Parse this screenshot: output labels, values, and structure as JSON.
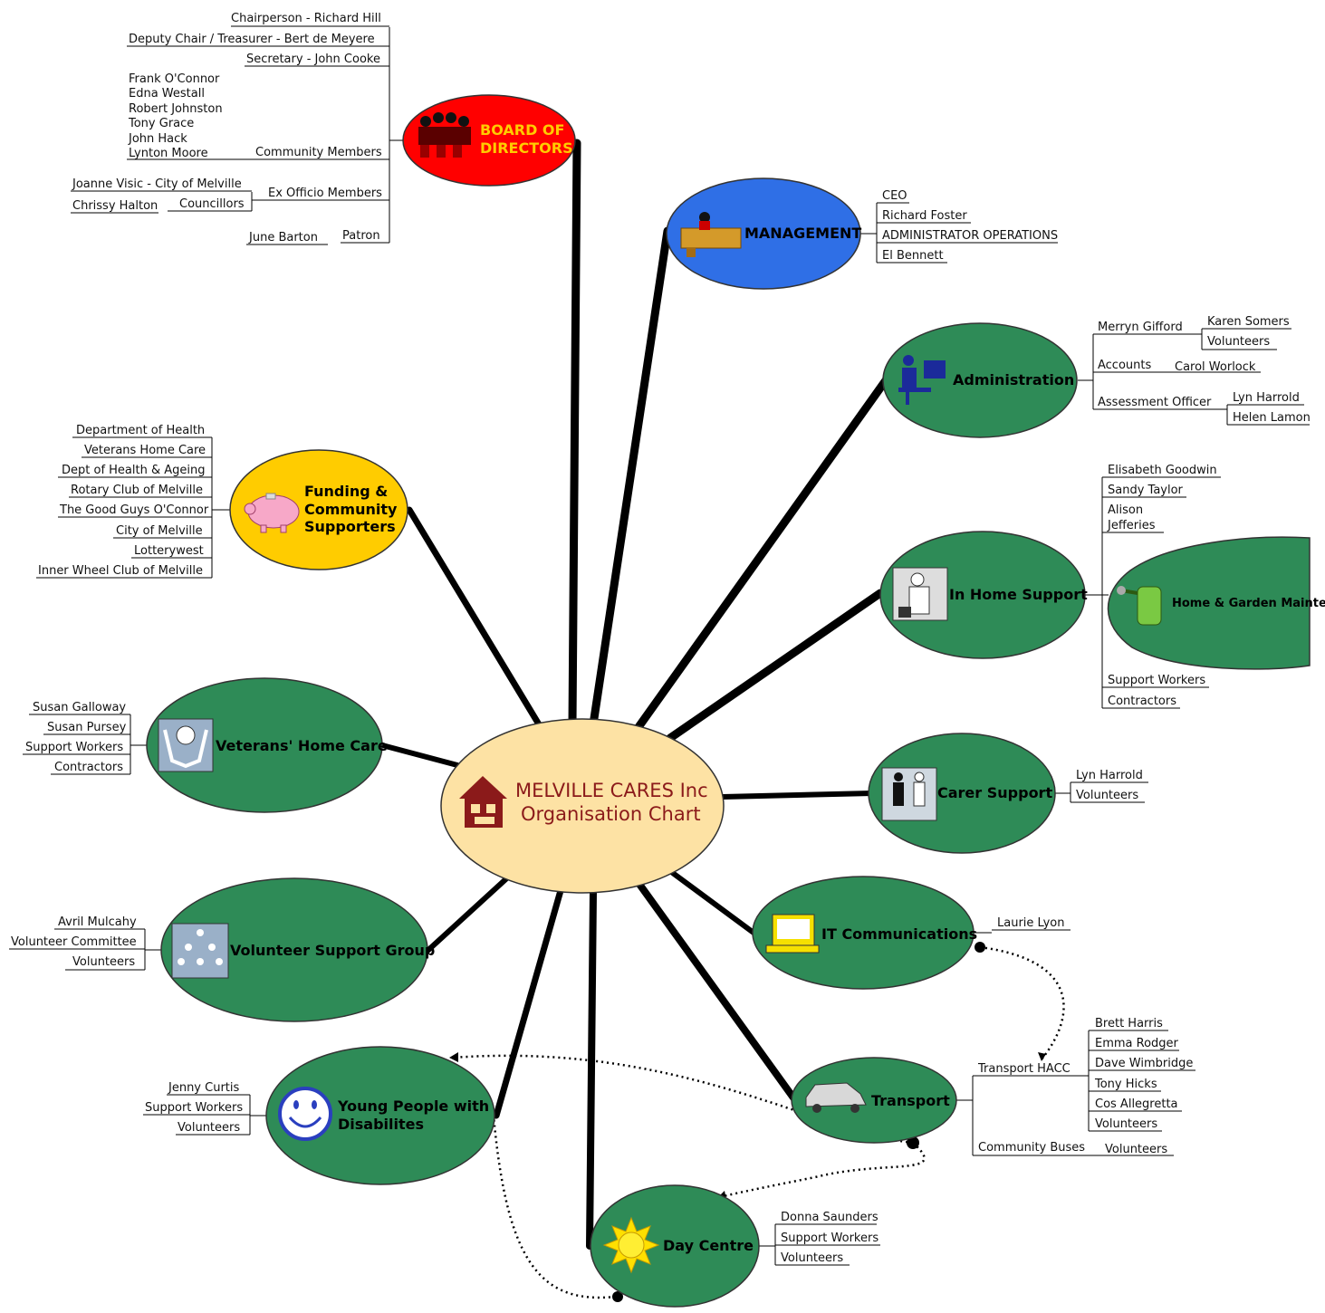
{
  "center": {
    "line1": "MELVILLE CARES Inc",
    "line2": "Organisation Chart"
  },
  "board": {
    "title1": "BOARD OF",
    "title2": "DIRECTORS",
    "chairperson": "Chairperson - Richard Hill",
    "deputy": "Deputy Chair / Treasurer - Bert de Meyere",
    "secretary": "Secretary - John Cooke",
    "community_members": [
      "Frank O'Connor",
      "Edna Westall",
      "Robert Johnston",
      "Tony Grace",
      "John Hack",
      "Lynton Moore"
    ],
    "community_label": "Community Members",
    "ex_officio_label": "Ex Officio Members",
    "joanne": "Joanne Visic - City of Melville",
    "councillors_label": "Councillors",
    "chrissy": "Chrissy Halton",
    "patron_label": "Patron",
    "patron_name": "June Barton"
  },
  "management": {
    "title": "MANAGEMENT",
    "items": [
      "CEO",
      "Richard Foster",
      "ADMINISTRATOR OPERATIONS",
      "El Bennett"
    ]
  },
  "administration": {
    "title": "Administration",
    "merryn": "Merryn Gifford",
    "karen": "Karen Somers",
    "volunteers": "Volunteers",
    "accounts": "Accounts",
    "carol": "Carol Worlock",
    "assessment": "Assessment Officer",
    "lyn": "Lyn Harrold",
    "helen": "Helen Lamon"
  },
  "in_home": {
    "title": "In Home Support",
    "elisabeth": "Elisabeth Goodwin",
    "sandy": "Sandy Taylor",
    "alison1": "Alison",
    "alison2": "Jefferies",
    "garden": "Home & Garden Mainte",
    "support": "Support Workers",
    "contractors": "Contractors"
  },
  "carer": {
    "title": "Carer Support",
    "items": [
      "Lyn Harrold",
      "Volunteers"
    ]
  },
  "it": {
    "title": "IT Communications",
    "laurie": "Laurie Lyon"
  },
  "transport": {
    "title": "Transport",
    "hacc": "Transport HACC",
    "hacc_items": [
      "Brett Harris",
      "Emma Rodger",
      "Dave Wimbridge",
      "Tony Hicks",
      "Cos Allegretta",
      "Volunteers"
    ],
    "buses": "Community Buses",
    "buses_vol": "Volunteers"
  },
  "day_centre": {
    "title": "Day Centre",
    "items": [
      "Donna Saunders",
      "Support Workers",
      "Volunteers"
    ]
  },
  "young": {
    "title1": "Young People with",
    "title2": "Disabilites",
    "items": [
      "Jenny Curtis",
      "Support Workers",
      "Volunteers"
    ]
  },
  "volunteer_group": {
    "title": "Volunteer Support Group",
    "items": [
      "Avril Mulcahy",
      "Volunteer Committee",
      "Volunteers"
    ]
  },
  "veterans": {
    "title": "Veterans' Home Care",
    "items": [
      "Susan Galloway",
      "Susan Pursey",
      "Support Workers",
      "Contractors"
    ]
  },
  "funding": {
    "title1": "Funding &",
    "title2": "Community",
    "title3": "Supporters",
    "items": [
      "Department of Health",
      "Veterans Home Care",
      "Dept of Health & Ageing",
      "Rotary Club of Melville",
      "The Good Guys O'Connor",
      "City of Melville",
      "Lotterywest",
      "Inner Wheel Club of Melville"
    ]
  },
  "colors": {
    "green": "#2e8b57",
    "red": "#ff0000",
    "blue": "#2f6fe6",
    "gold": "#ffcc00",
    "center": "#fde2a4",
    "title_dark": "#000000"
  }
}
